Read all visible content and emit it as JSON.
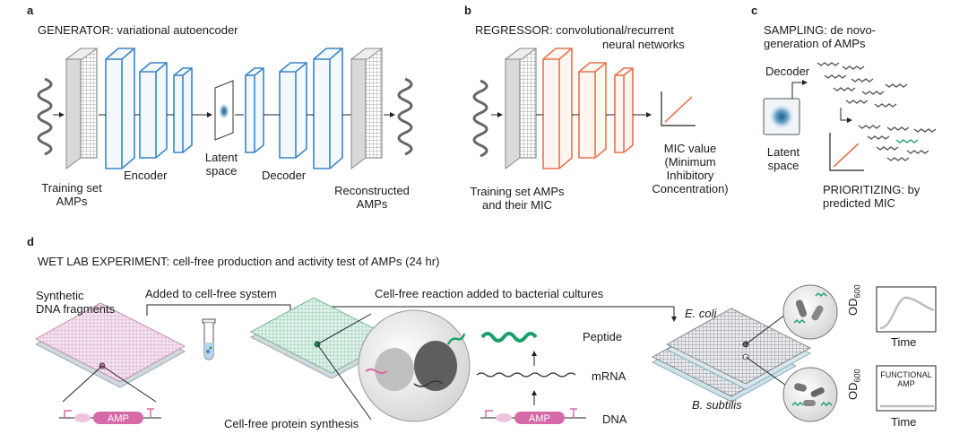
{
  "panel_a": {
    "letter": "a",
    "title": "GENERATOR: variational autoencoder",
    "training_set": [
      "Training set",
      "AMPs"
    ],
    "encoder": "Encoder",
    "latent": [
      "Latent",
      "space"
    ],
    "decoder": "Decoder",
    "reconstructed": [
      "Reconstructed",
      "AMPs"
    ]
  },
  "panel_b": {
    "letter": "b",
    "title": [
      "REGRESSOR: convolutional/recurrent",
      "neural networks"
    ],
    "training_set": [
      "Training set AMPs",
      "and their MIC"
    ],
    "mic": [
      "MIC value",
      "(Minimum",
      "Inhibitory",
      "Concentration)"
    ]
  },
  "panel_c": {
    "letter": "c",
    "title": [
      "SAMPLING: de novo-",
      "generation of AMPs"
    ],
    "decoder": "Decoder",
    "latent": [
      "Latent",
      "space"
    ],
    "prioritizing": [
      "PRIORITIZING: by",
      "predicted MIC"
    ]
  },
  "panel_d": {
    "letter": "d",
    "title": "WET LAB EXPERIMENT: cell-free production and activity test of AMPs (24 hr)",
    "synthetic": [
      "Synthetic",
      "DNA fragments"
    ],
    "added_cellfree": "Added to cell-free system",
    "reaction_added": "Cell-free reaction added to bacterial cultures",
    "cfps": "Cell-free protein synthesis",
    "peptide": "Peptide",
    "mrna": "mRNA",
    "dna": "DNA",
    "amp": "AMP",
    "ecoli": "E. coli",
    "bsubtilis": "B. subtilis",
    "od": "OD",
    "od_sub": "600",
    "time": "Time",
    "functional": [
      "FUNCTIONAL",
      "AMP"
    ]
  },
  "colors": {
    "blue": "#3a86c8",
    "orange": "#e8734f",
    "green": "#1aa06b",
    "pink": "#d66aa8",
    "gray": "#bdbdbd"
  }
}
